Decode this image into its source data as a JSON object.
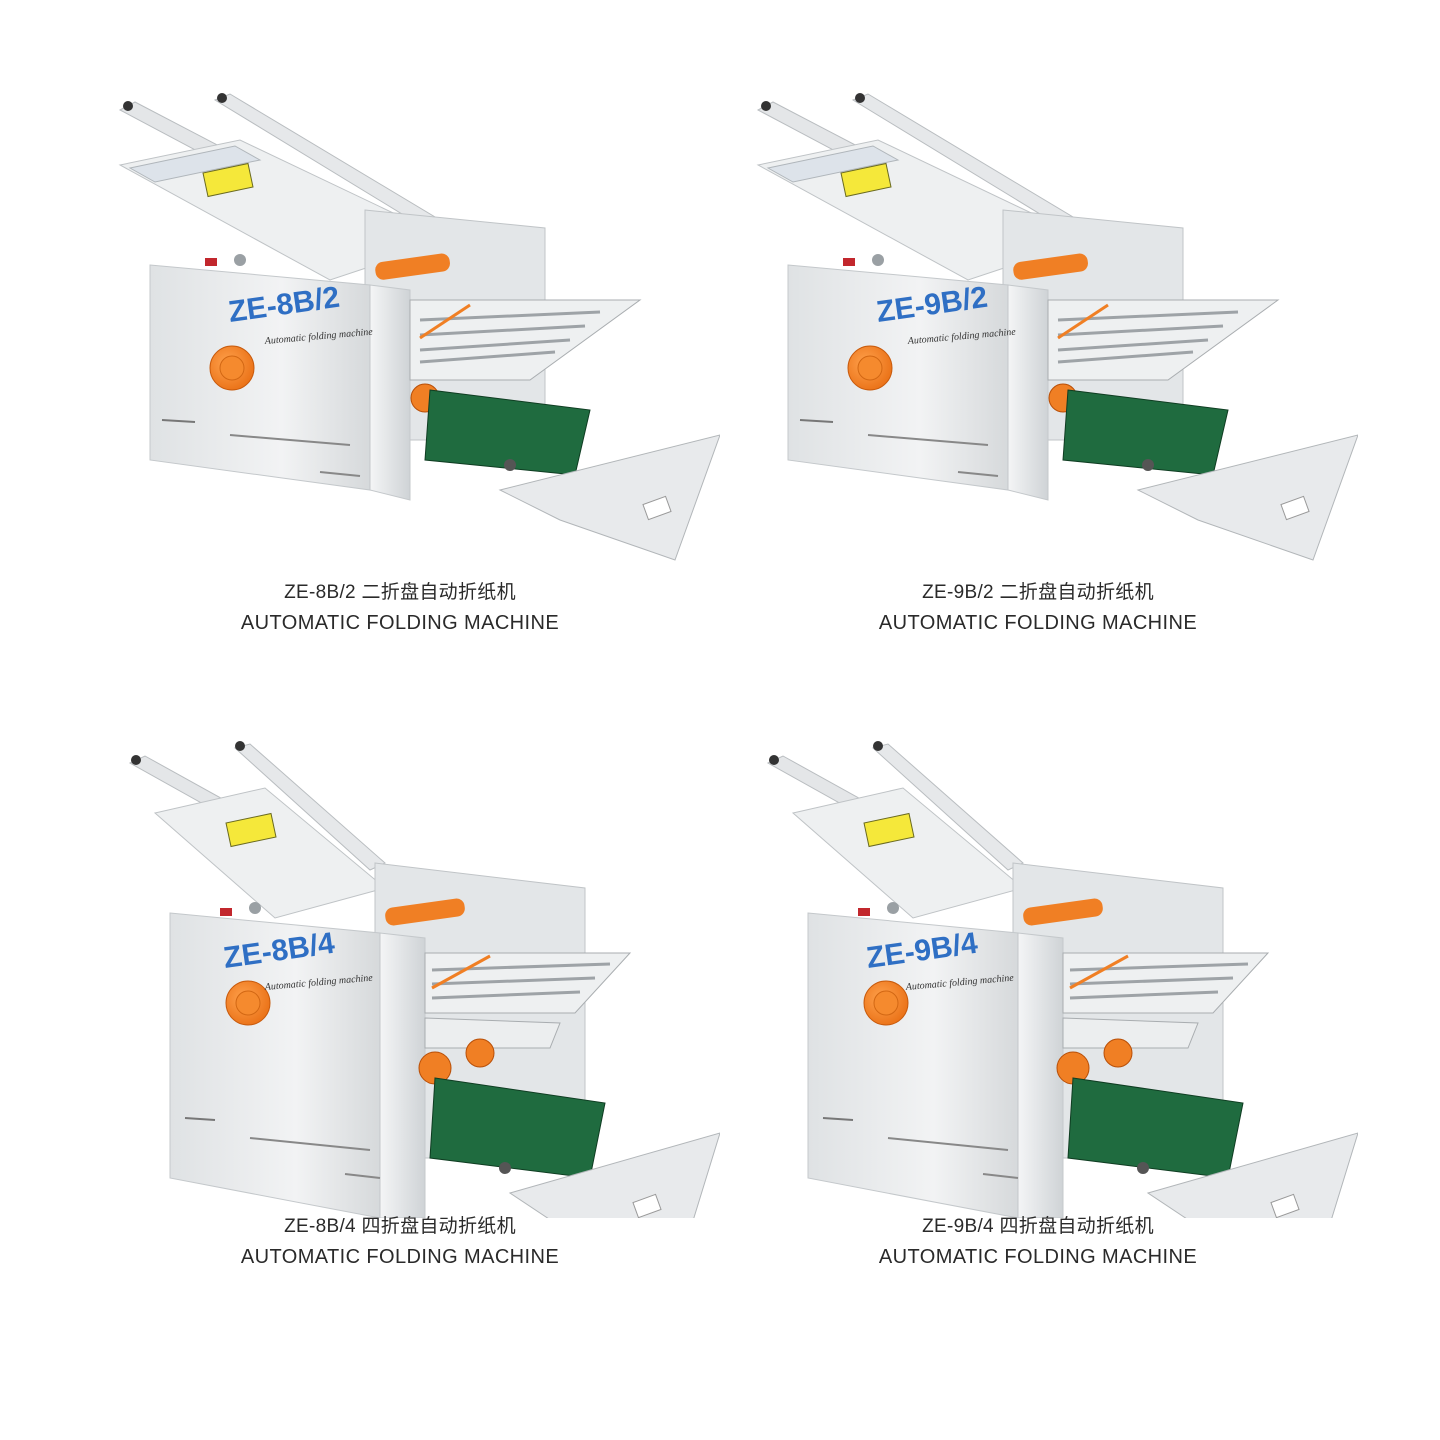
{
  "products": [
    {
      "model_label": "ZE-8B/2",
      "subtitle": "Automatic folding machine",
      "caption_line1": "ZE-8B/2 二折盘自动折纸机",
      "caption_line2": "AUTOMATIC FOLDING MACHINE",
      "trays": 2
    },
    {
      "model_label": "ZE-9B/2",
      "subtitle": "Automatic folding machine",
      "caption_line1": "ZE-9B/2 二折盘自动折纸机",
      "caption_line2": "AUTOMATIC FOLDING MACHINE",
      "trays": 2
    },
    {
      "model_label": "ZE-8B/4",
      "subtitle": "Automatic folding machine",
      "caption_line1": "ZE-8B/4 四折盘自动折纸机",
      "caption_line2": "AUTOMATIC FOLDING MACHINE",
      "trays": 4
    },
    {
      "model_label": "ZE-9B/4",
      "subtitle": "Automatic folding machine",
      "caption_line1": "ZE-9B/4 四折盘自动折纸机",
      "caption_line2": "AUTOMATIC FOLDING MACHINE",
      "trays": 4
    }
  ],
  "colors": {
    "body": "#e9ebec",
    "knob": "#f07f24",
    "label_blue": "#2f6fc4",
    "belt": "#1f6b3f",
    "warning": "#f5e83a",
    "roller": "#f07f24"
  }
}
